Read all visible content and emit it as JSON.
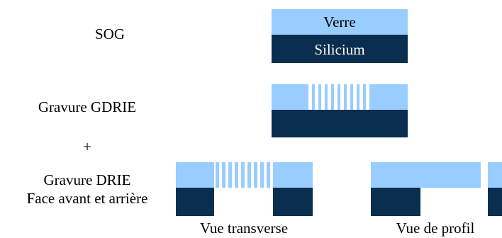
{
  "colors": {
    "glass": "#99ccff",
    "silicon": "#0a2e4f",
    "background": "#ffffff"
  },
  "layers": {
    "glass": "Verre",
    "silicon": "Silicium"
  },
  "steps": {
    "sog": "SOG",
    "gdrie": "Gravure GDRIE",
    "plus": "+",
    "drie_line1": "Gravure DRIE",
    "drie_line2": "Face avant et arrière"
  },
  "views": {
    "transverse": "Vue transverse",
    "profile": "Vue de profil"
  }
}
